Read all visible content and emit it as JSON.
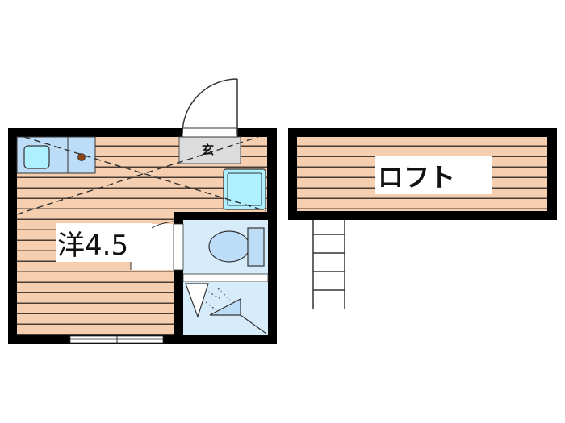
{
  "floor_plan": {
    "main_room": {
      "label": "洋4.5"
    },
    "entrance": {
      "label": "玄"
    },
    "loft": {
      "label": "ロフト"
    },
    "colors": {
      "wall": "#000000",
      "floor_wood": "#f5cfb0",
      "floor_line": "#4a3b33",
      "wet_area": "#d6ecfb",
      "kitchen": "#bcdcf7",
      "sink": "#aef0ff",
      "entrance": "#dcdcdc",
      "stove_dot": "#8b4513"
    }
  }
}
